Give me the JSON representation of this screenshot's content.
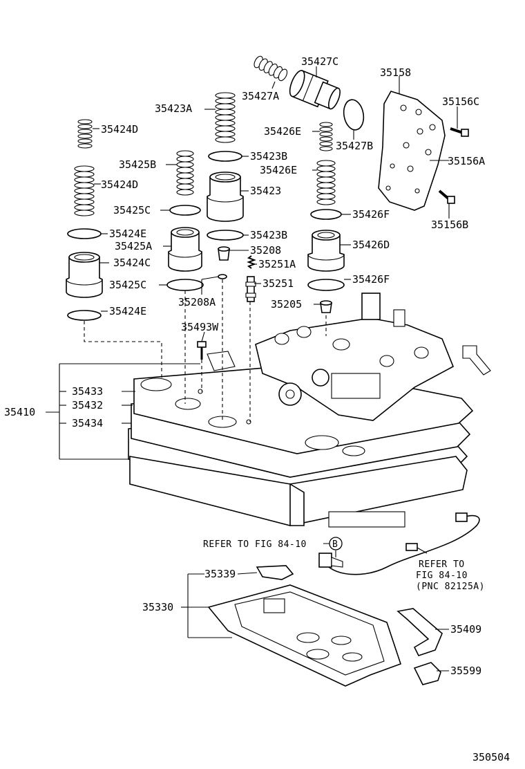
{
  "labels": {
    "l35427C": "35427C",
    "l35427A": "35427A",
    "l35158": "35158",
    "l35423A": "35423A",
    "l35156C": "35156C",
    "l35424D_top": "35424D",
    "l35426E_top": "35426E",
    "l35427B": "35427B",
    "l35423B_top": "35423B",
    "l35425B": "35425B",
    "l35156A": "35156A",
    "l35426E_mid": "35426E",
    "l35424D_mid": "35424D",
    "l35423": "35423",
    "l35425C_top": "35425C",
    "l35426F_top": "35426F",
    "l35156B": "35156B",
    "l35424E_top": "35424E",
    "l35423B_bot": "35423B",
    "l35208": "35208",
    "l35425A": "35425A",
    "l35426D": "35426D",
    "l35424C": "35424C",
    "l35251A": "35251A",
    "l35425C_bot": "35425C",
    "l35251": "35251",
    "l35426F_bot": "35426F",
    "l35208A": "35208A",
    "l35205": "35205",
    "l35424E_bot": "35424E",
    "l35493W": "35493W",
    "l35433": "35433",
    "l35432": "35432",
    "l35410": "35410",
    "l35434": "35434",
    "l35339": "35339",
    "l35330": "35330",
    "l35409": "35409",
    "l35599": "35599"
  },
  "notes": {
    "refer_b": "REFER TO FIG 84-10",
    "refer_b_symbol": "B",
    "refer2_line1": "REFER TO",
    "refer2_line2": "FIG 84-10",
    "refer2_line3": "(PNC 82125A)"
  },
  "diagram_id": "350504"
}
